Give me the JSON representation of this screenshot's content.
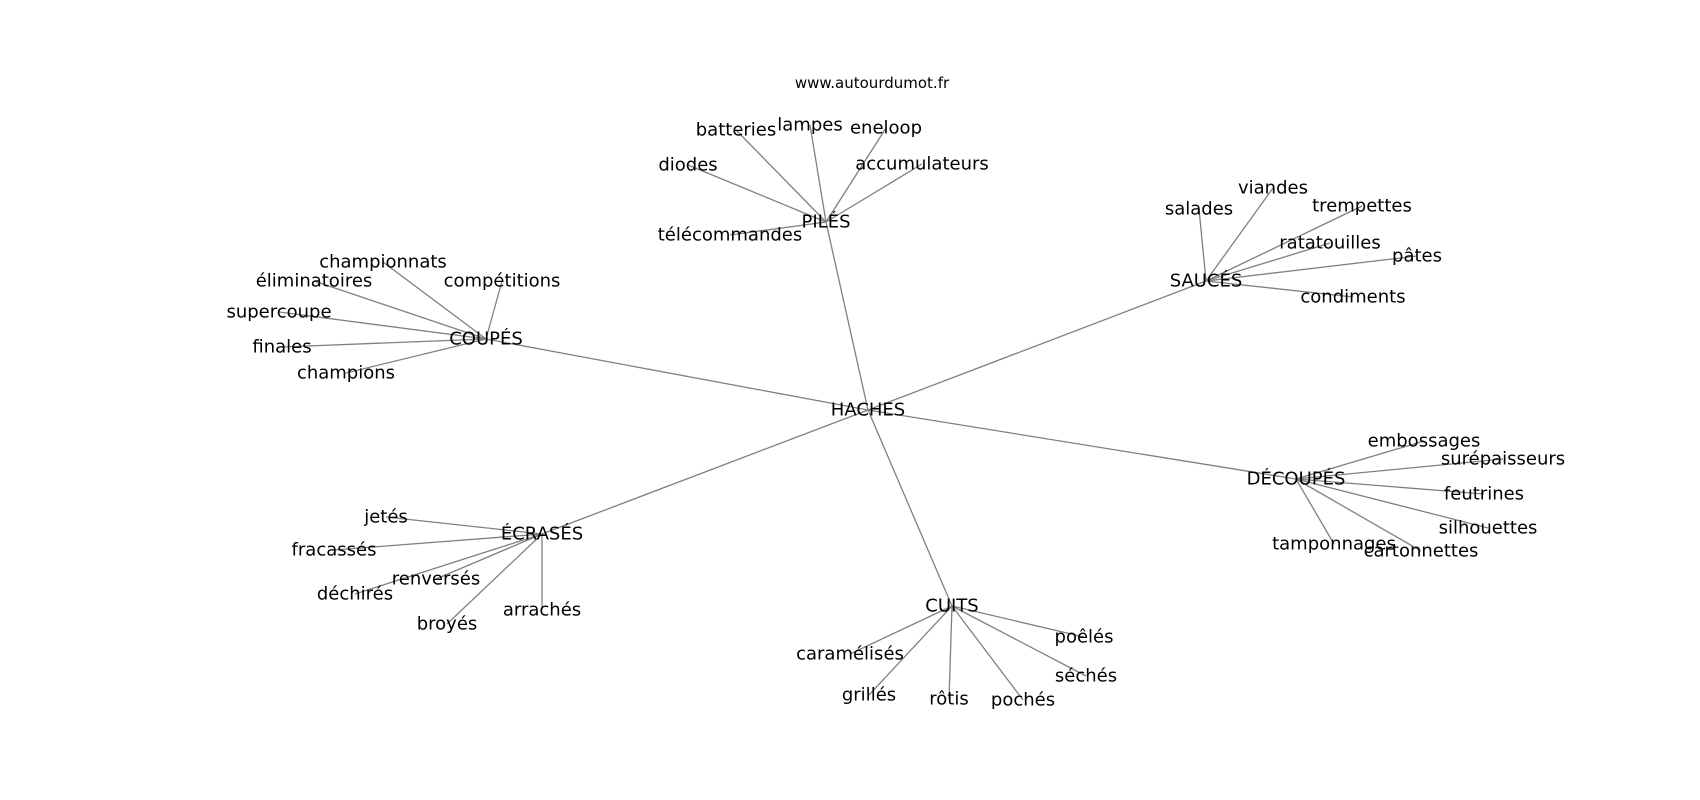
{
  "site": "www.autourdumot.fr",
  "center": "HACHES",
  "clusters": [
    {
      "label": "PILÉS",
      "leaves": [
        "batteries",
        "lampes",
        "eneloop",
        "diodes",
        "accumulateurs",
        "télécommandes"
      ]
    },
    {
      "label": "SAUCÉS",
      "leaves": [
        "viandes",
        "salades",
        "trempettes",
        "ratatouilles",
        "pâtes",
        "condiments"
      ]
    },
    {
      "label": "COUPÉS",
      "leaves": [
        "championnats",
        "éliminatoires",
        "compétitions",
        "supercoupe",
        "finales",
        "champions"
      ]
    },
    {
      "label": "DÉCOUPÉS",
      "leaves": [
        "embossages",
        "surépaisseurs",
        "feutrines",
        "silhouettes",
        "tamponnages",
        "cartonnettes"
      ]
    },
    {
      "label": "ÉCRASÉS",
      "leaves": [
        "jetés",
        "fracassés",
        "renversés",
        "déchirés",
        "broyés",
        "arrachés"
      ]
    },
    {
      "label": "CUITS",
      "leaves": [
        "poêlés",
        "caramélisés",
        "séchés",
        "grillés",
        "rôtis",
        "pochés"
      ]
    }
  ]
}
